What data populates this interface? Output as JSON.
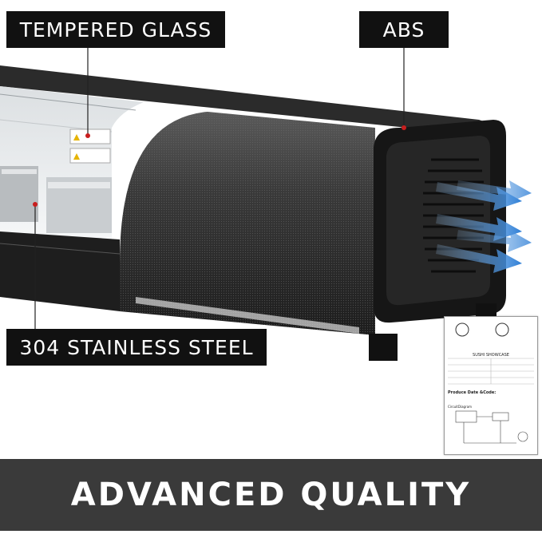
{
  "callouts": {
    "tempered_glass": "TEMPERED GLASS",
    "abs": "ABS",
    "stainless": "304 STAINLESS STEEL"
  },
  "product_label": {
    "title": "SUSHI SHOWCASE",
    "produce_date": "Produce Date &Code:",
    "diagram": "CircuitDiagram"
  },
  "banner": {
    "text": "ADVANCED QUALITY"
  },
  "colors": {
    "callout_bg": "#111111",
    "banner_bg": "#3a3a3a",
    "airflow_arrows": "#2f7fd6",
    "marker_dot": "#c81e1e"
  }
}
